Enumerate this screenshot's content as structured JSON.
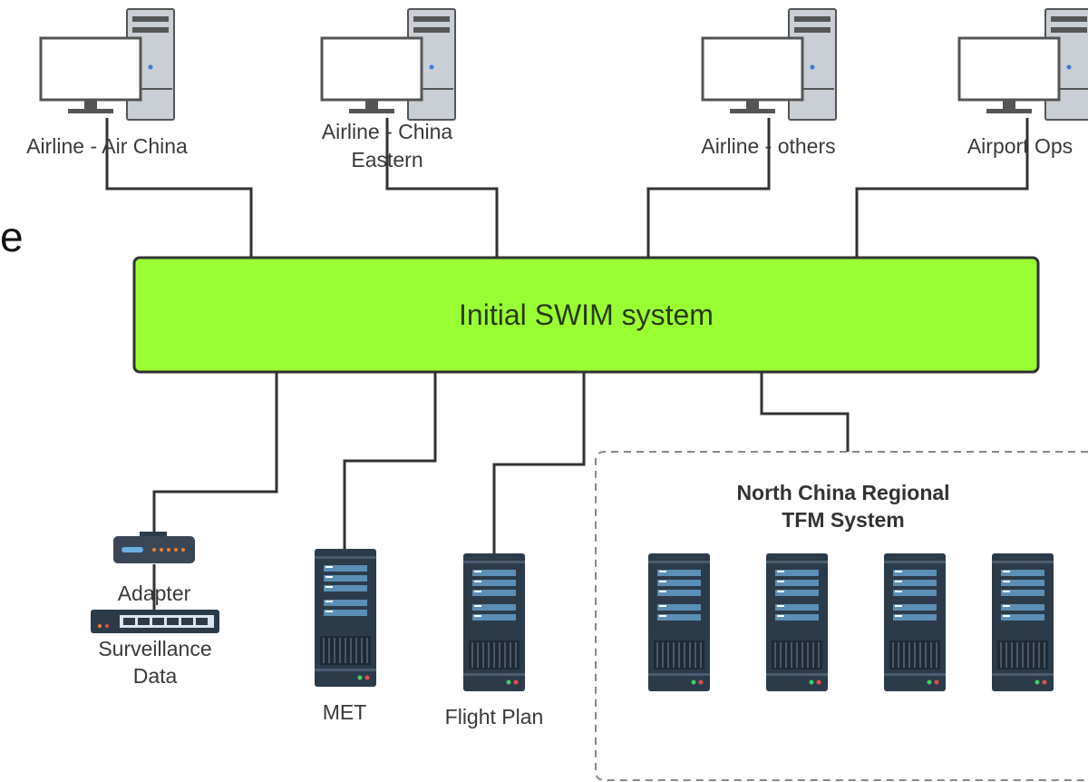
{
  "clipped_char": "e",
  "hub": {
    "label": "Initial SWIM system",
    "fill": "#99ff33",
    "stroke": "#333333"
  },
  "clients": [
    {
      "label": "Airline - Air China",
      "icon": "desktop-computer-icon"
    },
    {
      "label_line1": "Airline - China",
      "label_line2": "Eastern",
      "icon": "desktop-computer-icon"
    },
    {
      "label": "Airline - others",
      "icon": "desktop-computer-icon"
    },
    {
      "label": "Airport Ops",
      "icon": "desktop-computer-icon"
    }
  ],
  "data_sources": {
    "adapter": {
      "label": "Adapter",
      "icon": "adapter-device-icon"
    },
    "surveillance": {
      "label_line1": "Surveillance",
      "label_line2": "Data",
      "icon": "network-switch-icon"
    },
    "met": {
      "label": "MET",
      "icon": "server-tower-icon"
    },
    "flight_plan": {
      "label": "Flight Plan",
      "icon": "server-tower-icon"
    }
  },
  "regional_system": {
    "title_line1": "North China Regional",
    "title_line2": "TFM System",
    "server_icon": "server-tower-icon",
    "server_count": 4
  },
  "colors": {
    "server_body": "#2c3b4a",
    "server_stripe": "#5b8fb5",
    "monitor_frame": "#555555",
    "tower_case": "#c9cfd4",
    "connector": "#333333",
    "dashed_border": "#888888"
  }
}
